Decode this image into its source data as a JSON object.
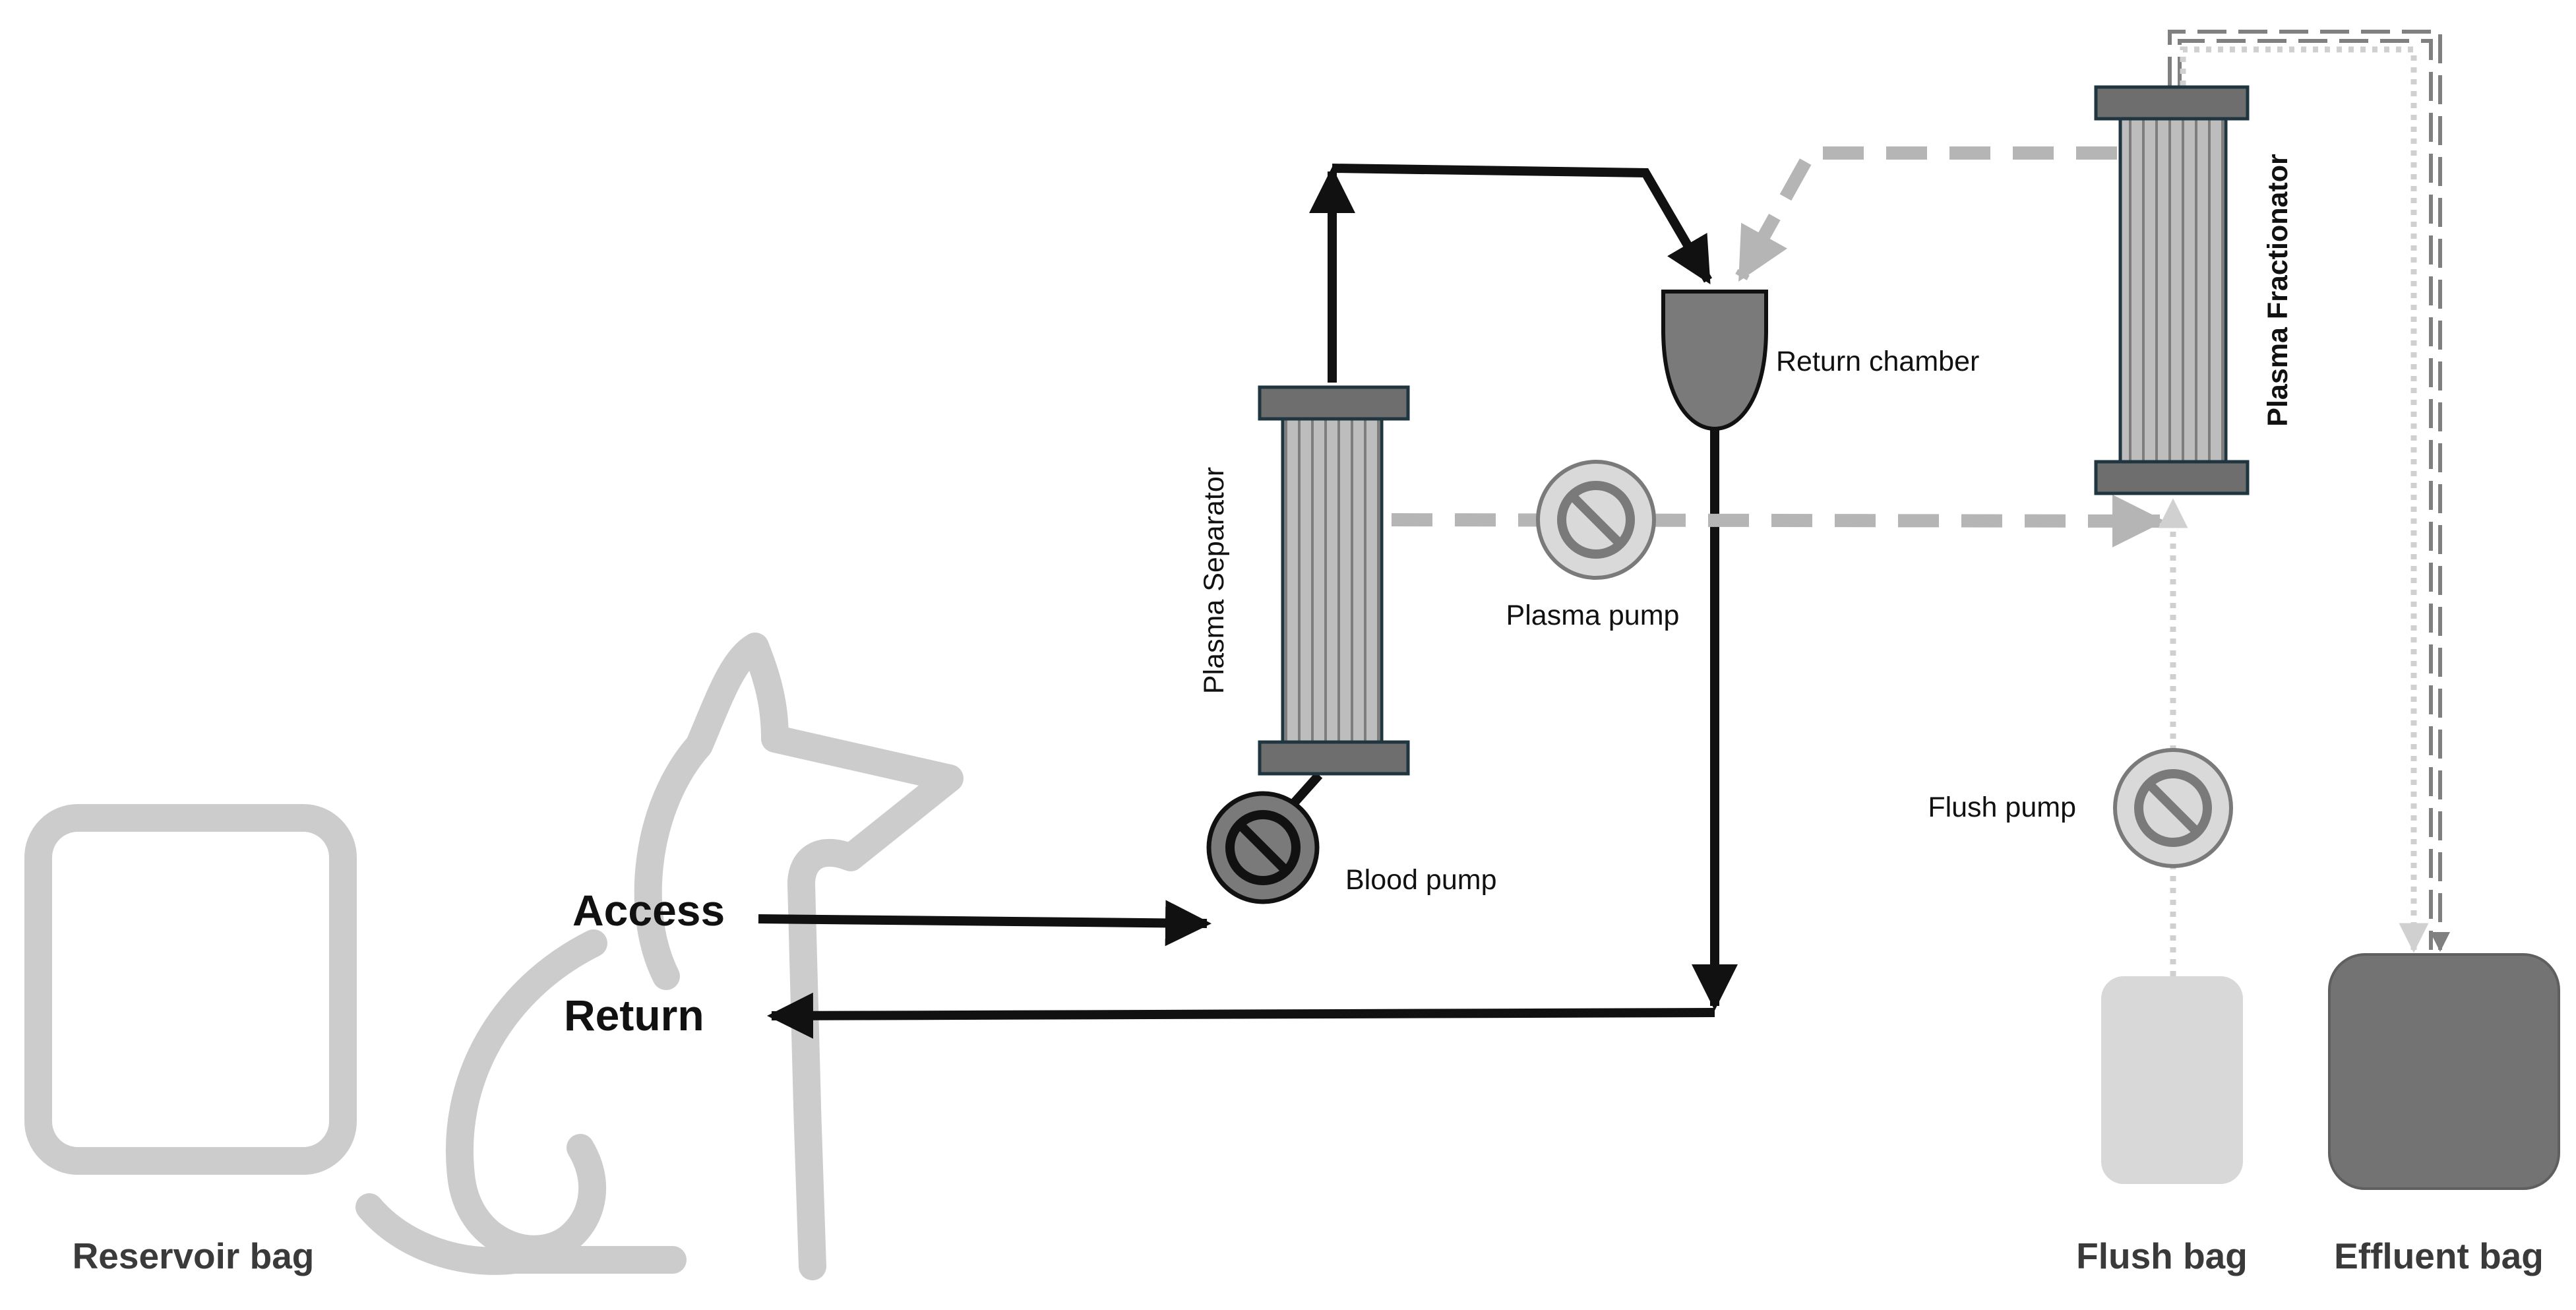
{
  "labels": {
    "access": "Access",
    "return": "Return",
    "blood_pump": "Blood pump",
    "plasma_separator": "Plasma Separator",
    "plasma_pump": "Plasma pump",
    "return_chamber": "Return chamber",
    "plasma_fractionator": "Plasma Fractionator",
    "flush_pump": "Flush pump",
    "reservoir_bag": "Reservoir bag",
    "flush_bag": "Flush bag",
    "effluent_bag": "Effluent bag"
  },
  "colors": {
    "blood_line": "#111111",
    "plasma_line": "#b5b5b5",
    "flush_line": "#d0d0d0",
    "effluent_line": "#808080",
    "blood_pump_fill": "#7a7a7a",
    "light_pump_fill": "#d9d9d9",
    "filter_body": "#b7b7b7",
    "filter_cap": "#6e6e6e",
    "chamber_fill": "#7a7a7a",
    "reservoir_outline": "#cccccc",
    "dog_outline": "#cccccc",
    "flush_bag_fill": "#d8d8d8",
    "effluent_bag_fill": "#737373"
  },
  "icons": {
    "blood_pump": "pump-icon",
    "plasma_pump": "pump-icon",
    "flush_pump": "pump-icon",
    "patient": "dog-outline-icon"
  }
}
